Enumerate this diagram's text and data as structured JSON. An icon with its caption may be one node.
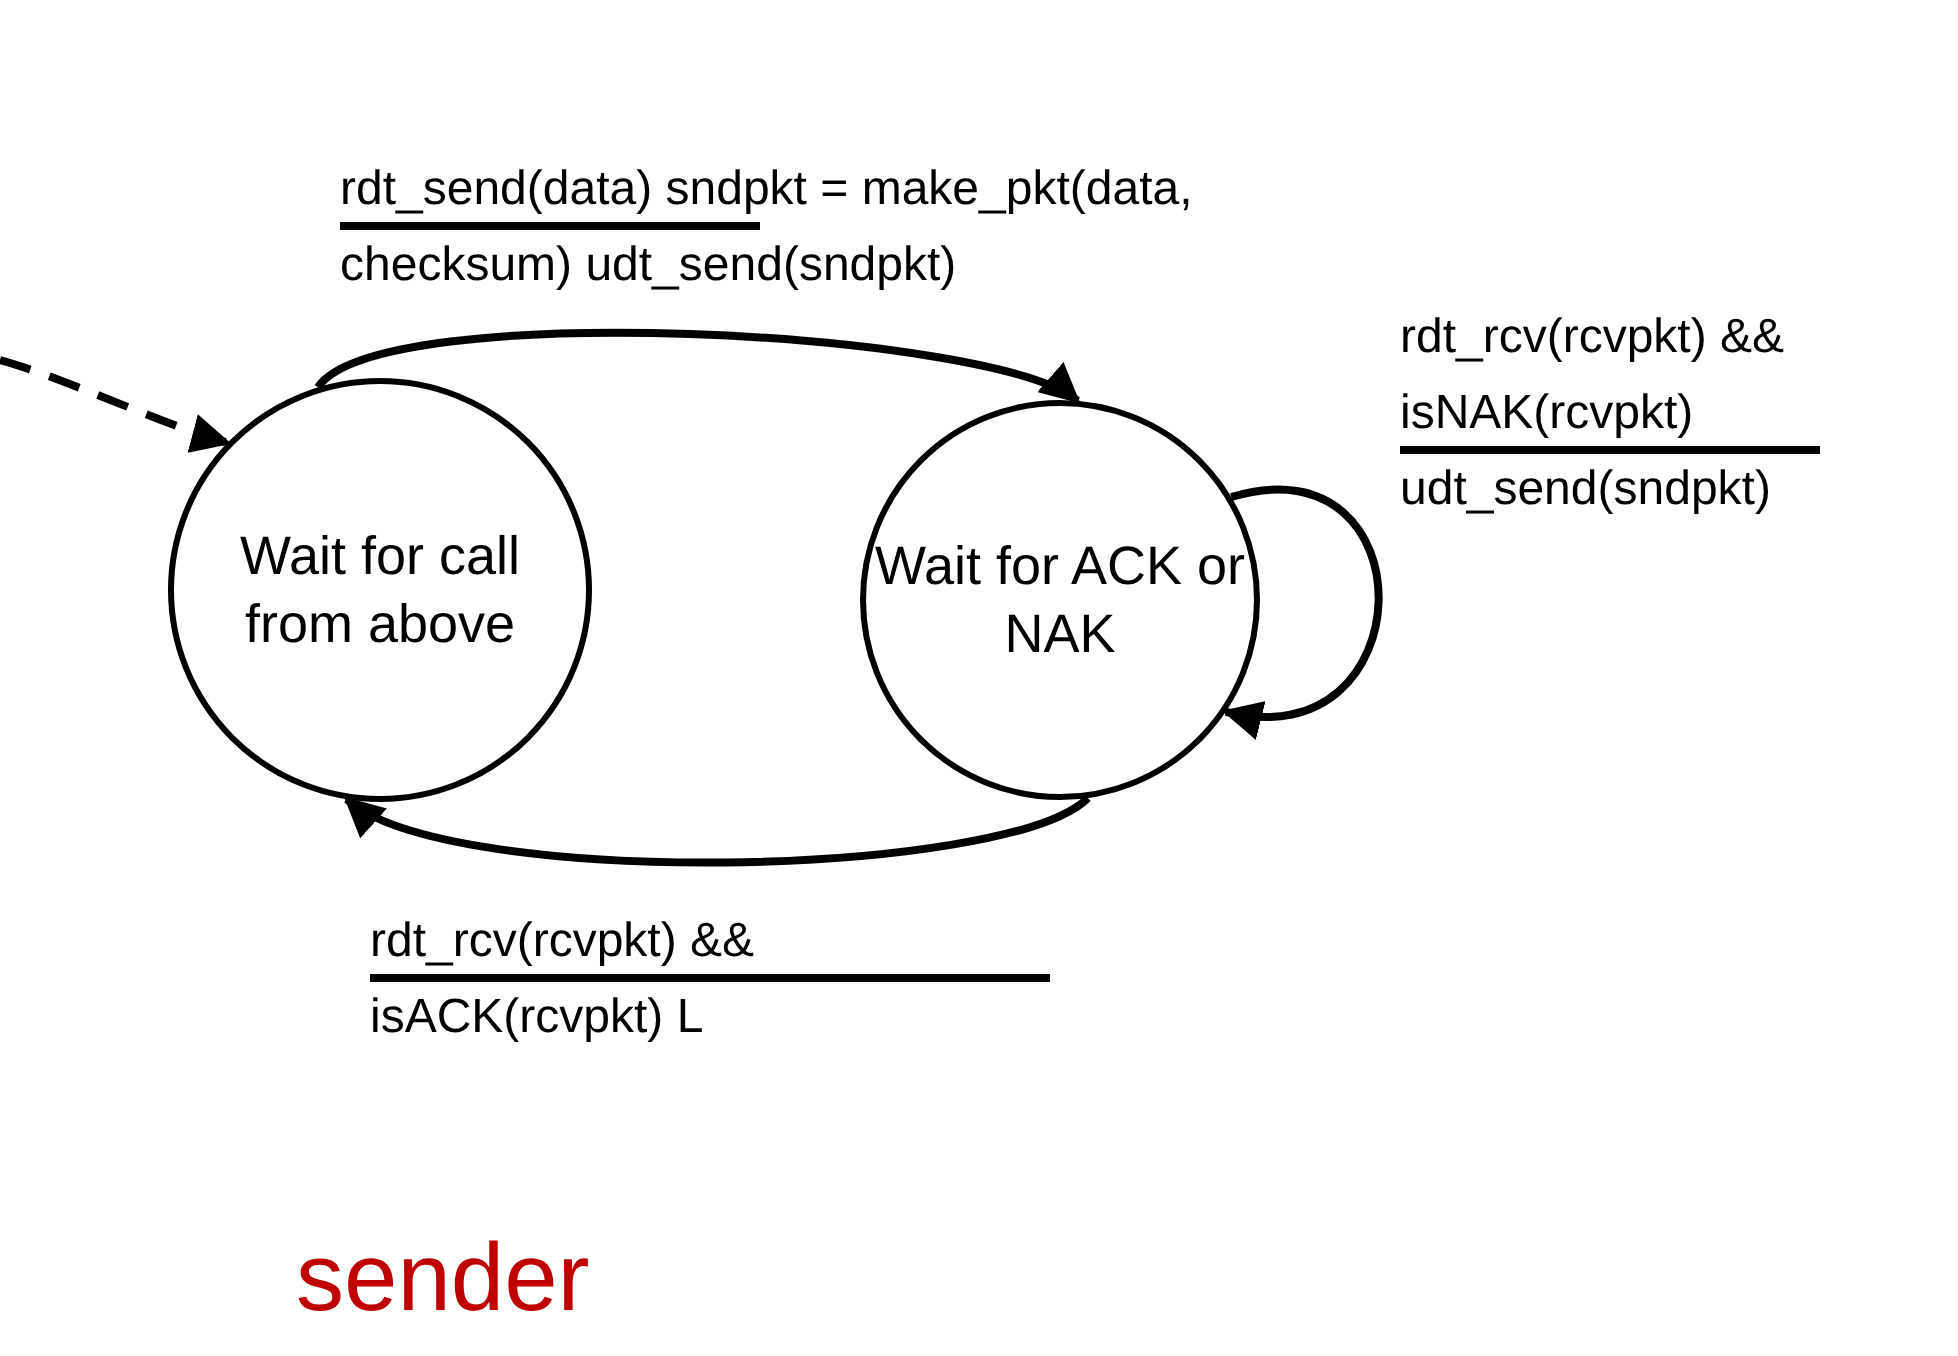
{
  "diagram": {
    "nodes": [
      {
        "text": [
          "Wait for call from above"
        ]
      },
      {
        "text": [
          "Wait for ACK or NAK"
        ]
      }
    ],
    "edges": [
      {
        "from": null,
        "to": 0,
        "arrow": "to",
        "style": "dashed"
      },
      {
        "from": 0,
        "to": 1,
        "arrow": "to",
        "label": "rdt_send(data) sndpkt = make_pkt(data, checksum) udt_send(sndpkt)"
      },
      {
        "from": 1,
        "to": 1,
        "arrow": "to",
        "label": "rdt_rcv(rcvpkt) && isNAK(rcvpkt) udt_send(sndpkt)"
      },
      {
        "from": 1,
        "to": 0,
        "arrow": "to",
        "label": "rdt_rcv(rcvpkt) && isACK(rcvpkt) L"
      }
    ],
    "labels": [
      "sender"
    ]
  }
}
